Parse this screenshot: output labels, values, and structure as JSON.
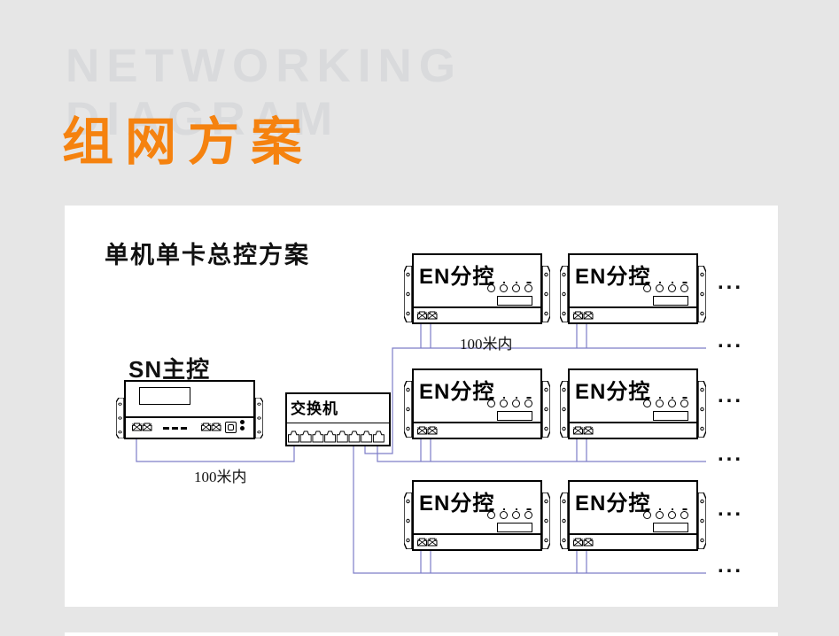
{
  "header": {
    "watermark_line1": "NETWORKING",
    "watermark_line2": "DIAGRAM",
    "title": "组网方案"
  },
  "panel": {
    "heading": "单机单卡总控方案"
  },
  "devices": {
    "master": {
      "label": "SN主控",
      "port_count": 5
    },
    "switch": {
      "label": "交换机",
      "port_count": 8
    },
    "en_unit": {
      "label": "EN分控",
      "led_count": 4,
      "port_count": 2,
      "rows": 3,
      "visible_per_row": 2
    }
  },
  "labels": {
    "distance_master_switch": "100米内",
    "distance_switch_en": "100米内",
    "ellipsis": "..."
  },
  "colors": {
    "background": "#e6e6e6",
    "panel": "#ffffff",
    "accent_orange": "#f5820f",
    "watermark_gray": "#d9dadc",
    "wire_purple": "#7d7dc8",
    "line_black": "#000000"
  }
}
